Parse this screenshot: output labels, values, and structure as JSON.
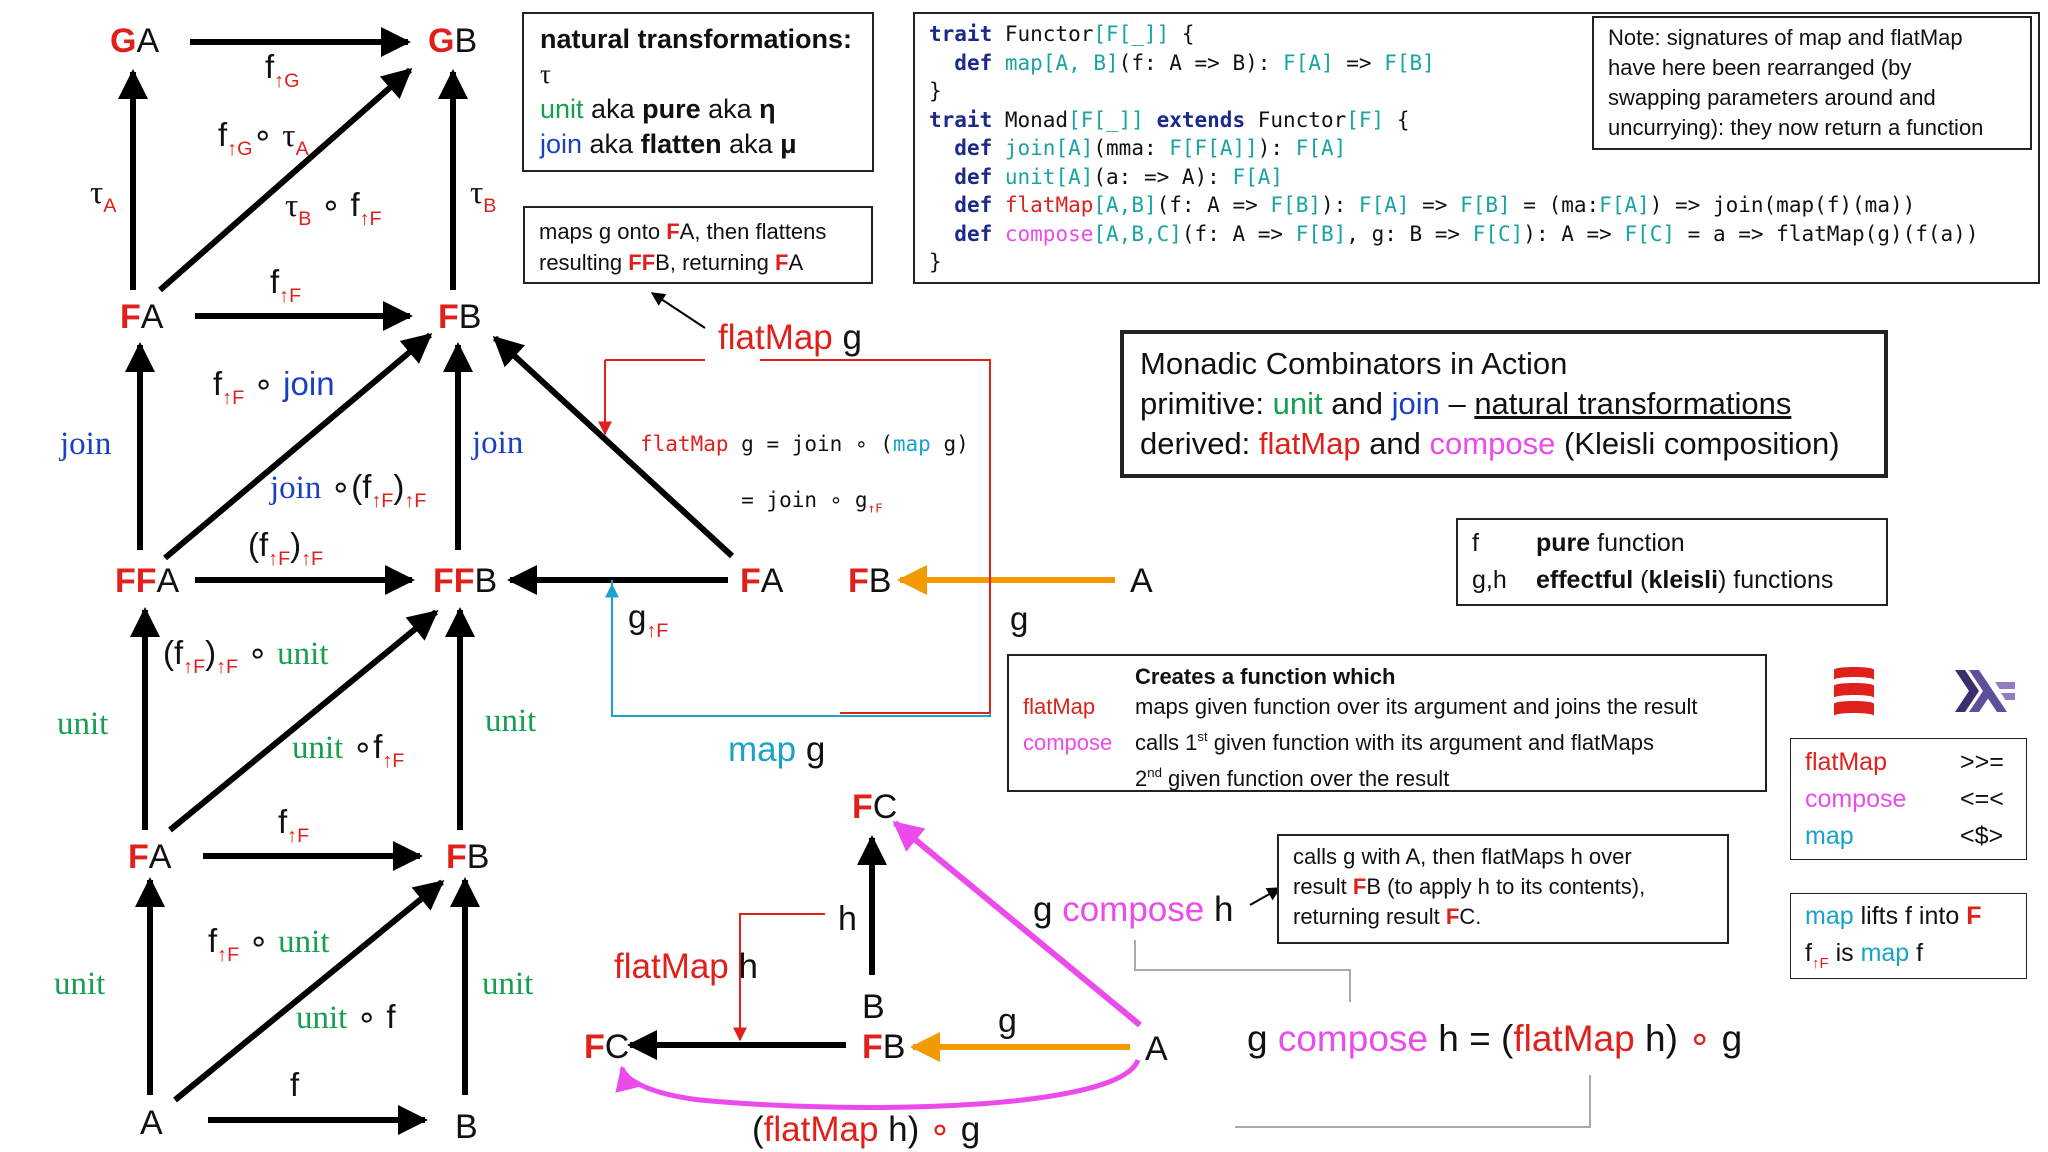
{
  "colors": {
    "red": "#e0201b",
    "green": "#14a04e",
    "blue": "#1a3fc4",
    "pink": "#ea4bea",
    "cyan": "#1aa3c9",
    "orange": "#f39a00"
  },
  "icons": {
    "scala": "scala-logo-icon",
    "haskell": "haskell-logo-icon"
  },
  "nodes": {
    "G": "G",
    "F": "F",
    "FF": "FF",
    "A": "A",
    "B": "B",
    "C": "C"
  },
  "labels": {
    "f": "f",
    "tau": "τ",
    "join": "join",
    "unit": "unit",
    "g": "g",
    "h": "h",
    "flatMap": "flatMap",
    "compose": "compose",
    "map": "map",
    "compose_op": "∘",
    "open_paren": "(",
    "close_paren": ")",
    "up_G": "↑G",
    "up_F": "↑F",
    "eq": "=",
    "space": " "
  },
  "nat_box": {
    "title": "natural transformations:",
    "tau": "τ",
    "unit": "unit",
    "aka1": " aka ",
    "pure": "pure",
    "aka2": " aka ",
    "eta": "η",
    "join": "join",
    "aka3": " aka ",
    "flatten": "flatten",
    "aka4": " aka ",
    "mu": "μ"
  },
  "flatmap_note": {
    "line1a": "maps g onto ",
    "F": "F",
    "line1b": "A, then flattens",
    "line2a": "resulting ",
    "FF": "FF",
    "line2b": "B, returning ",
    "F2": "F",
    "line2c": "A"
  },
  "code": {
    "l1_kw": "trait",
    "l1": " Functor",
    "l1_tp": "[F[_]]",
    "l1_e": " {",
    "l2_kw": "def",
    "l2_n": " map",
    "l2_a": "[A, B]",
    "l2_b": "(f: A => B): ",
    "l2_c": "F[A]",
    "l2_d": " => ",
    "l2_e": "F[B]",
    "l3": "}",
    "l4_kw": "trait",
    "l4": " Monad",
    "l4_tp": "[F[_]]",
    "l4_kw2": " extends",
    "l4_b": " Functor",
    "l4_c": "[F]",
    "l4_e": " {",
    "l5_kw": "def",
    "l5_n": " join",
    "l5_a": "[A]",
    "l5_b": "(mma: ",
    "l5_c": "F[F[A]]",
    "l5_d": "): ",
    "l5_e": "F[A]",
    "l6_kw": "def",
    "l6_n": " unit",
    "l6_a": "[A]",
    "l6_b": "(a: => A): ",
    "l6_e": "F[A]",
    "l7_kw": "def",
    "l7_n": " flatMap",
    "l7_a": "[A,B]",
    "l7_b": "(f: A => ",
    "l7_c": "F[B]",
    "l7_d": "): ",
    "l7_e": "F[A]",
    "l7_f": " => ",
    "l7_g": "F[B]",
    "l7_h": " = (ma:",
    "l7_i": "F[A]",
    "l7_j": ") => join(map(f)(ma))",
    "l8_kw": "def",
    "l8_n": " compose",
    "l8_a": "[A,B,C]",
    "l8_b": "(f: A => ",
    "l8_c": "F[B]",
    "l8_d": ", g: B => ",
    "l8_e": "F[C]",
    "l8_f": "): A => ",
    "l8_g": "F[C]",
    "l8_h": " = a => flatMap(g)(f(a))",
    "l9": "}"
  },
  "note_box": {
    "l1": "Note: signatures of map and flatMap",
    "l2": "have here been rearranged (by",
    "l3": "swapping parameters around and",
    "l4": "uncurrying): they now return a function"
  },
  "title_box": {
    "title": "Monadic Combinators in Action",
    "prim_a": "primitive: ",
    "unit": "unit",
    "and": " and ",
    "join": "join",
    "dash": " – ",
    "nt": "natural transformations",
    "der_a": "derived: ",
    "flatMap": "flatMap",
    "and2": " and ",
    "compose": "compose",
    "kleisli": " (Kleisli composition)"
  },
  "legend_box": {
    "f": "f",
    "pure": "pure",
    "function": " function",
    "gh": "g,h",
    "effectful": "effectful",
    "kl_open": " (",
    "kleisli": "kleisli",
    "kl_close": ") functions"
  },
  "fm_code": {
    "l1a": "flatMap",
    "l1b": " g = join ∘ (",
    "l1c": "map",
    "l1d": " g)",
    "l2a": "        = join ∘ g",
    "l2b": "↑F"
  },
  "creates_box": {
    "title": "Creates a function which",
    "flatMap": "flatMap",
    "fm_desc": "maps given function over its argument and joins the result",
    "compose": "compose",
    "c_desc_a": "calls 1",
    "st": "st",
    "c_desc_b": " given function with its argument and flatMaps",
    "c_desc_c": "2",
    "nd": "nd",
    "c_desc_d": " given function over the result"
  },
  "compose_note": {
    "l1": "calls g with A, then flatMaps h over",
    "l2a": "result ",
    "F": "F",
    "l2b": "B (to apply h to its contents),",
    "l3a": "returning result ",
    "F2": "F",
    "l3b": "C."
  },
  "ops_box": {
    "flatMap": "flatMap",
    "bind": ">>=",
    "compose": "compose",
    "kleisli": "<=<",
    "map": "map",
    "fmap": "<$>"
  },
  "lift_box": {
    "map": "map",
    "l1": " lifts f into ",
    "F": "F",
    "f": "f",
    "sub": "↑F",
    "is": " is ",
    "map2": "map",
    "f2": " f"
  }
}
